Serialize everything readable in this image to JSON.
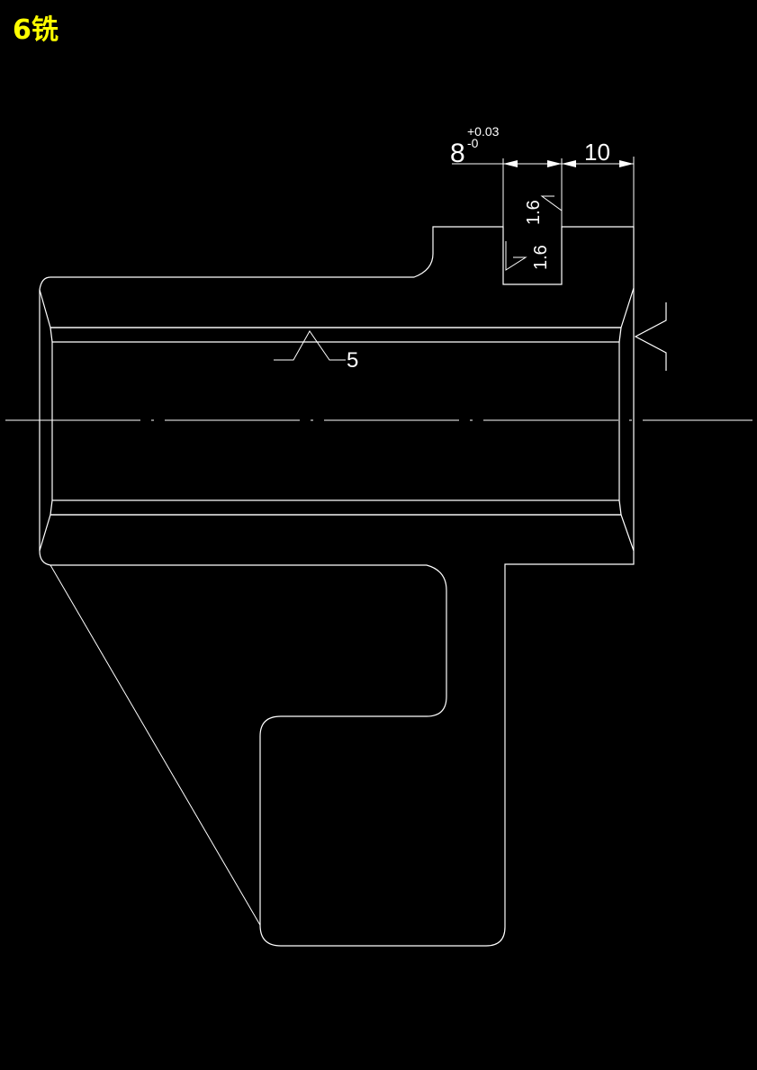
{
  "title": "6铣",
  "colors": {
    "background": "#000000",
    "lines": "#ffffff",
    "title": "#ffff00"
  },
  "slot_width": {
    "nominal": "8",
    "upper_tolerance": "+0.03",
    "lower_tolerance": "-0"
  },
  "slot_offset": {
    "value": "10"
  },
  "roughness_side_1": "1.6",
  "roughness_side_2": "1.6",
  "roughness_bore": "5"
}
